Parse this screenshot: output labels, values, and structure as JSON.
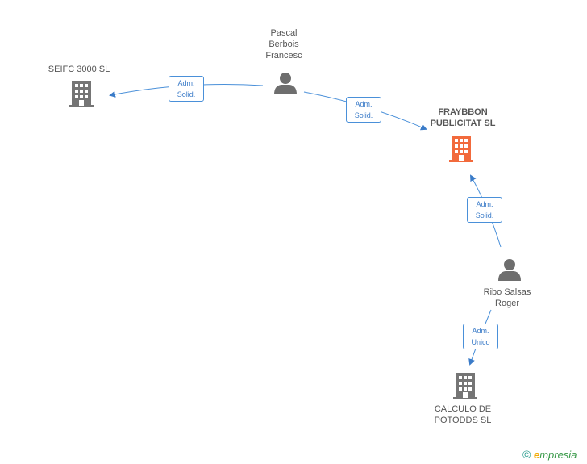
{
  "nodes": {
    "seifc": {
      "lines": [
        "SEIFC 3000  SL"
      ]
    },
    "pascal": {
      "lines": [
        "Pascal",
        "Berbois",
        "Francesc"
      ]
    },
    "fraybbon": {
      "lines": [
        "FRAYBBON",
        "PUBLICITAT SL"
      ]
    },
    "ribo": {
      "lines": [
        "Ribo Salsas",
        "Roger"
      ]
    },
    "calculo": {
      "lines": [
        "CALCULO DE",
        "POTODDS  SL"
      ]
    }
  },
  "edges": {
    "pascal_seifc": {
      "lines": [
        "Adm.",
        "Solid."
      ]
    },
    "pascal_fraybbon": {
      "lines": [
        "Adm.",
        "Solid."
      ]
    },
    "ribo_fraybbon": {
      "lines": [
        "Adm.",
        "Solid."
      ]
    },
    "ribo_calculo": {
      "lines": [
        "Adm.",
        "Unico"
      ]
    }
  },
  "colors": {
    "company": "#757575",
    "focus_company": "#f26a3c",
    "person": "#6e6e6e",
    "edge": "#4a90d9"
  },
  "footer": {
    "symbol": "©",
    "brand_initial": "e",
    "brand_rest": "mpresia"
  }
}
